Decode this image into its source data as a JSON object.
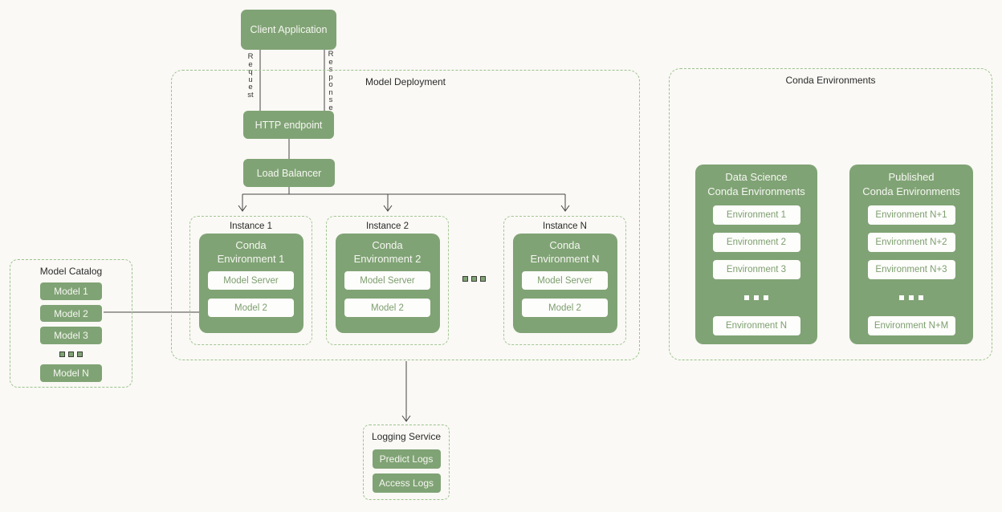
{
  "colors": {
    "node_green": "#80a375",
    "dashed_border_green": "#9cc28e",
    "chip_text_green": "#7d9e6f",
    "title_text": "#2a2a2a",
    "background": "#faf9f5",
    "connector": "#454545"
  },
  "client_application": {
    "label": "Client Application"
  },
  "edges": {
    "request": "Request",
    "response": "Response"
  },
  "http_endpoint": {
    "label": "HTTP endpoint"
  },
  "load_balancer": {
    "label": "Load Balancer"
  },
  "model_deployment": {
    "title": "Model Deployment"
  },
  "instances": [
    {
      "title": "Instance 1",
      "env_lines": [
        "Conda",
        "Environment 1"
      ],
      "items": [
        "Model Server",
        "Model 2"
      ]
    },
    {
      "title": "Instance 2",
      "env_lines": [
        "Conda",
        "Environment 2"
      ],
      "items": [
        "Model Server",
        "Model 2"
      ]
    },
    {
      "title": "Instance N",
      "env_lines": [
        "Conda",
        "Environment N"
      ],
      "items": [
        "Model Server",
        "Model 2"
      ]
    }
  ],
  "model_catalog": {
    "title": "Model Catalog",
    "models": [
      "Model 1",
      "Model 2",
      "Model 3"
    ],
    "last_model": "Model N"
  },
  "conda_environments": {
    "title": "Conda Environments",
    "groups": [
      {
        "title_lines": [
          "Data Science",
          "Conda Environments"
        ],
        "envs": [
          "Environment 1",
          "Environment 2",
          "Environment 3"
        ],
        "last_env": "Environment N"
      },
      {
        "title_lines": [
          "Published",
          "Conda Environments"
        ],
        "envs": [
          "Environment N+1",
          "Environment N+2",
          "Environment N+3"
        ],
        "last_env": "Environment N+M"
      }
    ]
  },
  "logging_service": {
    "title": "Logging Service",
    "items": [
      "Predict Logs",
      "Access Logs"
    ]
  }
}
